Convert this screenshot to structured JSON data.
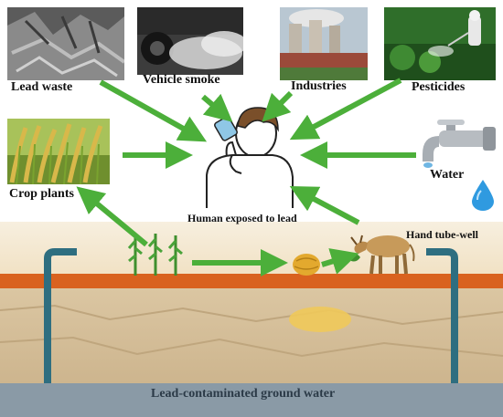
{
  "diagram": {
    "sources": {
      "lead_waste": "Lead waste",
      "vehicle_smoke": "Vehicle smoke",
      "industries": "Industries",
      "pesticides": "Pesticides",
      "crop_plants": "Crop plants",
      "water": "Water"
    },
    "center_label": "Human exposed to lead",
    "hand_tubewell": "Hand tube-well",
    "groundwater": "Lead-contaminated ground water"
  },
  "colors": {
    "arrow": "#4caf3a",
    "pipe": "#2e6e80",
    "clay": "#d9621f",
    "soil": "#d8c3a0",
    "groundwater": "#8a9aa6"
  }
}
